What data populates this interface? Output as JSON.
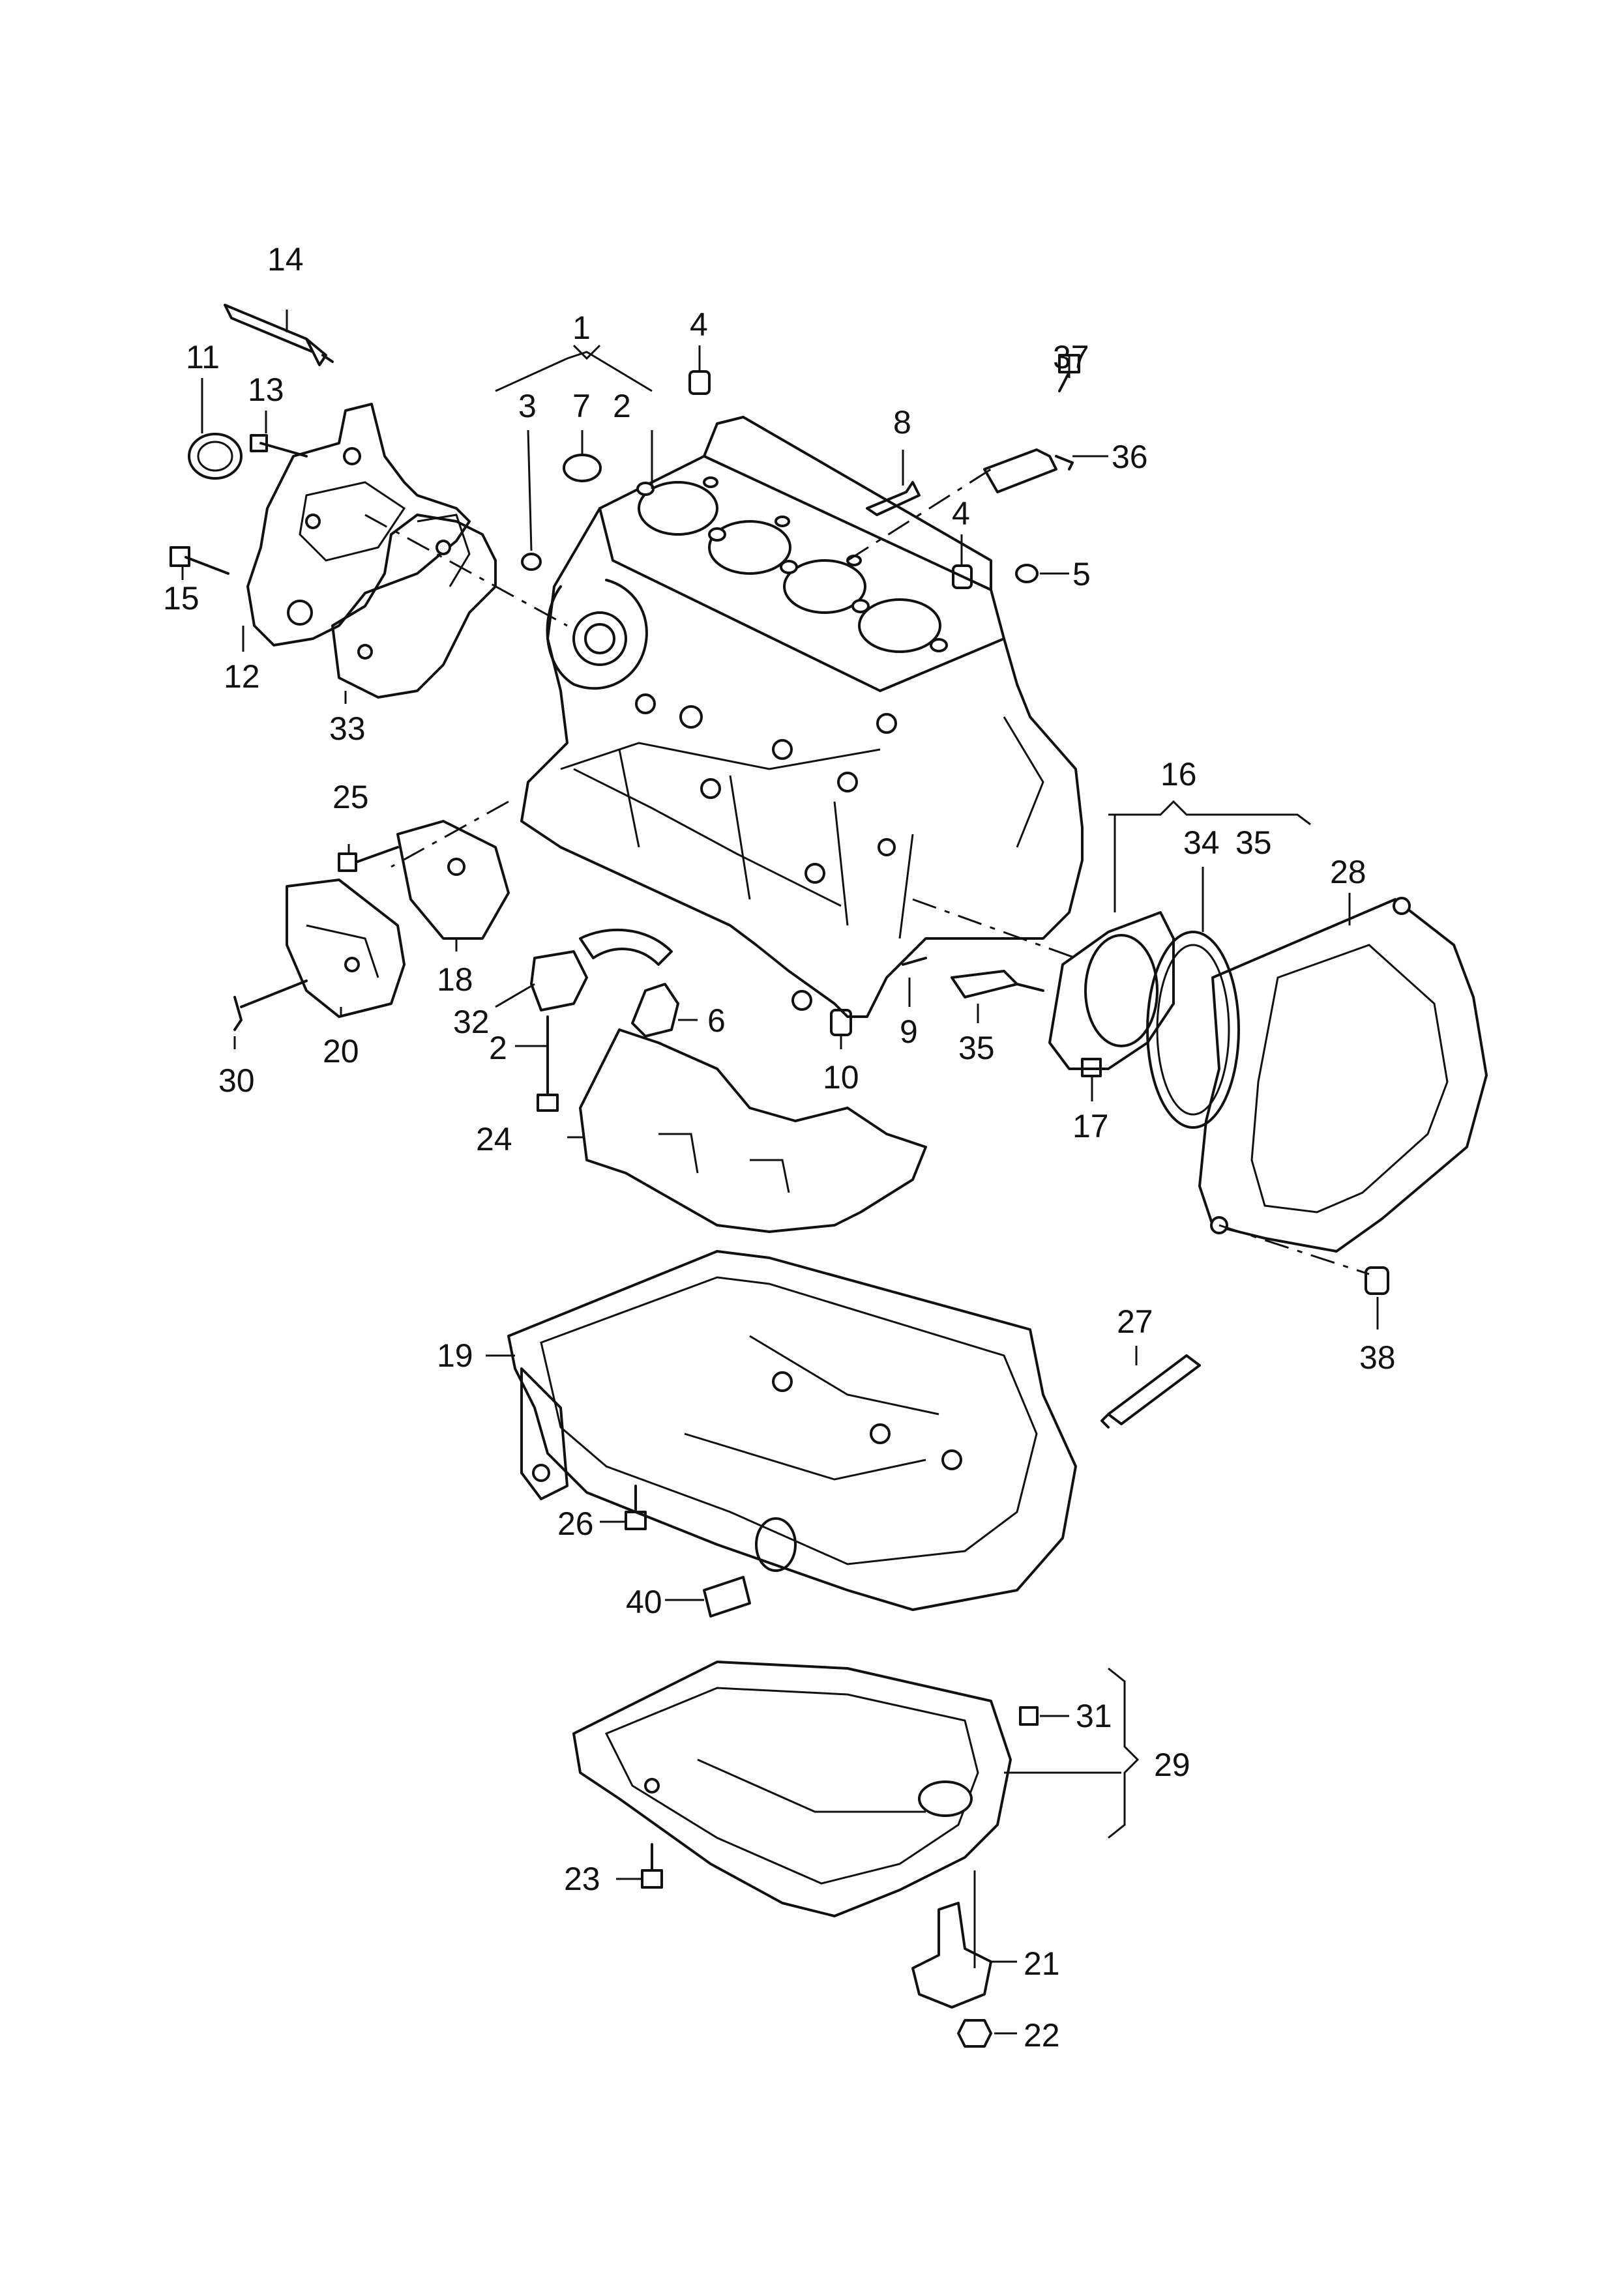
{
  "labels": {
    "l1": "1",
    "l2a": "2",
    "l2b": "2",
    "l3": "3",
    "l4a": "4",
    "l4b": "4",
    "l5": "5",
    "l6": "6",
    "l7": "7",
    "l8": "8",
    "l9": "9",
    "l10": "10",
    "l11": "11",
    "l12": "12",
    "l13": "13",
    "l14": "14",
    "l15": "15",
    "l16": "16",
    "l17": "17",
    "l18": "18",
    "l19": "19",
    "l20": "20",
    "l21": "21",
    "l22": "22",
    "l23": "23",
    "l24": "24",
    "l25": "25",
    "l26": "26",
    "l27": "27",
    "l28": "28",
    "l29": "29",
    "l30": "30",
    "l31": "31",
    "l32": "32",
    "l33": "33",
    "l34": "34",
    "l35a": "35",
    "l35b": "35",
    "l36": "36",
    "l37": "37",
    "l38": "38",
    "l40": "40"
  }
}
